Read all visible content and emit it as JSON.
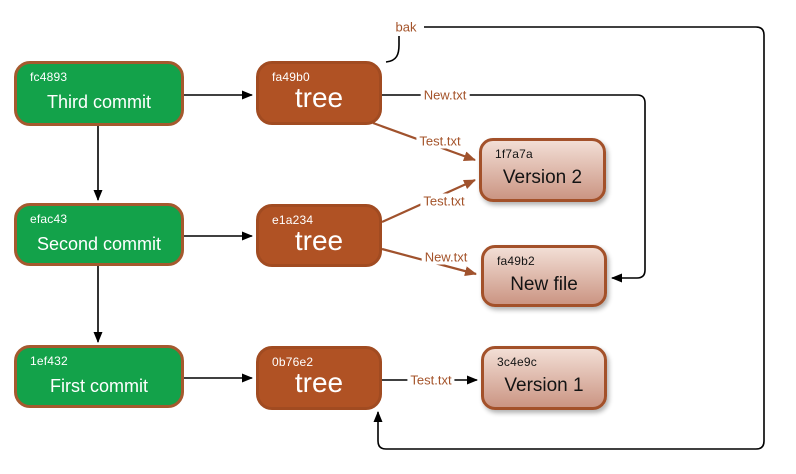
{
  "nodes": {
    "commit_third": {
      "hash": "fc4893",
      "label": "Third commit"
    },
    "commit_second": {
      "hash": "efac43",
      "label": "Second commit"
    },
    "commit_first": {
      "hash": "1ef432",
      "label": "First commit"
    },
    "tree_third": {
      "hash": "fa49b0",
      "label": "tree"
    },
    "tree_second": {
      "hash": "e1a234",
      "label": "tree"
    },
    "tree_first": {
      "hash": "0b76e2",
      "label": "tree"
    },
    "blob_version2": {
      "hash": "1f7a7a",
      "label": "Version 2"
    },
    "blob_newfile": {
      "hash": "fa49b2",
      "label": "New file"
    },
    "blob_version1": {
      "hash": "3c4e9c",
      "label": "Version 1"
    }
  },
  "edge_labels": {
    "bak": "bak",
    "tree_third_newtxt": "New.txt",
    "tree_third_testtxt": "Test.txt",
    "tree_second_testtxt": "Test.txt",
    "tree_second_newtxt": "New.txt",
    "tree_first_testtxt": "Test.txt"
  },
  "colors": {
    "commit_fill": "#13a24a",
    "commit_border": "#a5592e",
    "tree_fill": "#b05224",
    "tree_border": "#a14b21",
    "blob_border": "#a3512a",
    "blob_top": "#f2ded5",
    "blob_bottom": "#cb9583",
    "edge_black": "#000000",
    "edge_brown": "#a0522d",
    "label_text": "#a4532a"
  }
}
